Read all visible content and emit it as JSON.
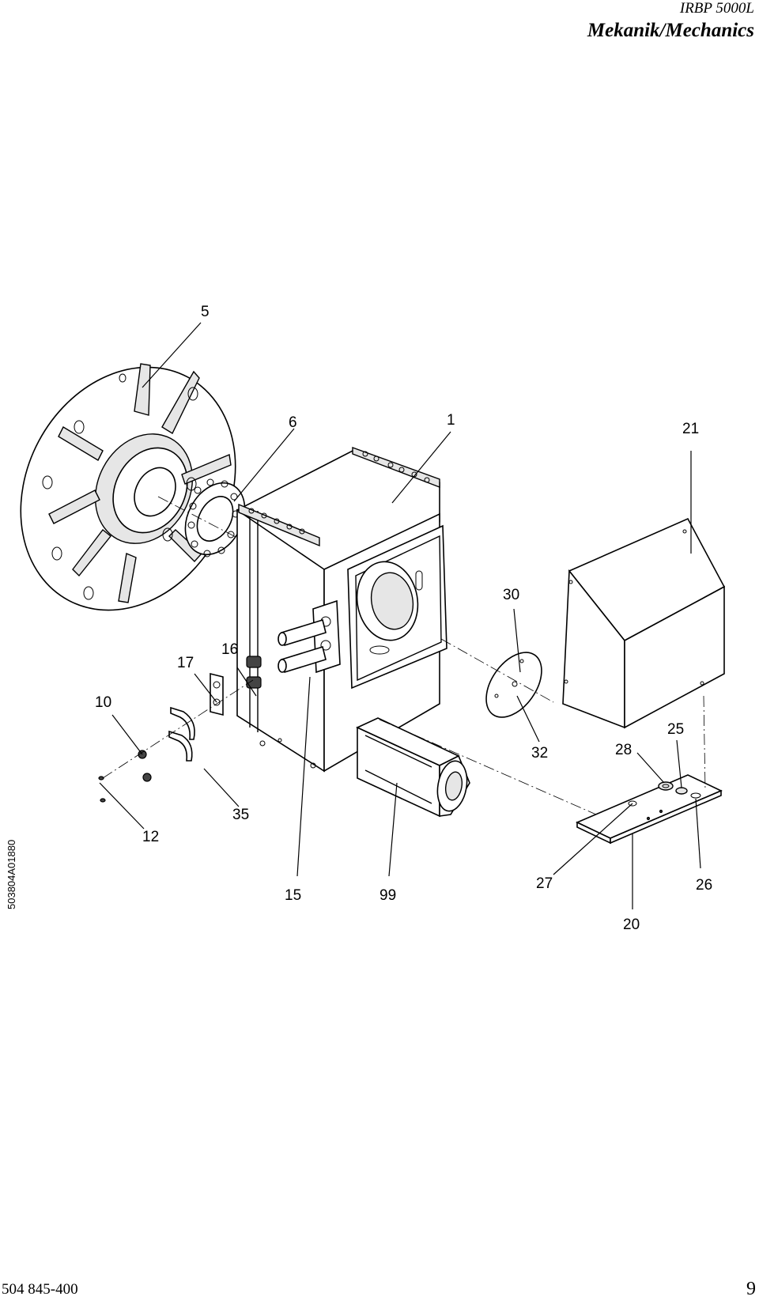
{
  "header": {
    "model": "IRBP 5000L",
    "title": "Mekanik/Mechanics"
  },
  "footer": {
    "document_number": "504 845-400",
    "page_number": "9"
  },
  "drawing_id": "503804A01880",
  "callouts": [
    "5",
    "6",
    "1",
    "21",
    "30",
    "16",
    "17",
    "10",
    "32",
    "28",
    "25",
    "35",
    "12",
    "27",
    "26",
    "15",
    "99",
    "20"
  ]
}
